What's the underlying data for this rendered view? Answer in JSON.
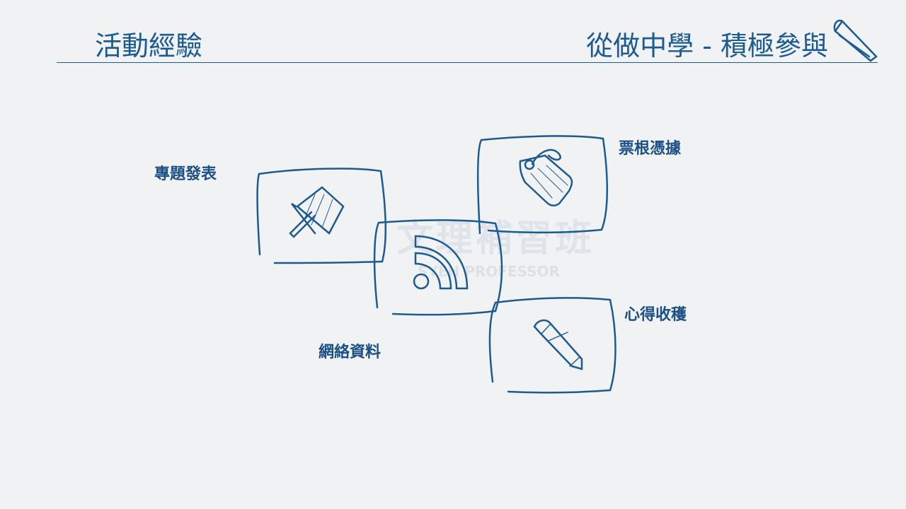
{
  "header": {
    "left_title": "活動經驗",
    "right_title": "從做中學 - 積極參與"
  },
  "watermark": {
    "chinese": "文理補習班",
    "english": "SYEH PROFESSOR"
  },
  "items": [
    {
      "label": "專題發表",
      "icon": "pushpin-icon"
    },
    {
      "label": "網絡資料",
      "icon": "rss-icon"
    },
    {
      "label": "票根憑據",
      "icon": "tag-icon"
    },
    {
      "label": "心得收穫",
      "icon": "pencil-icon"
    }
  ],
  "colors": {
    "accent": "#1c5a92",
    "background": "#f1f2f3"
  }
}
